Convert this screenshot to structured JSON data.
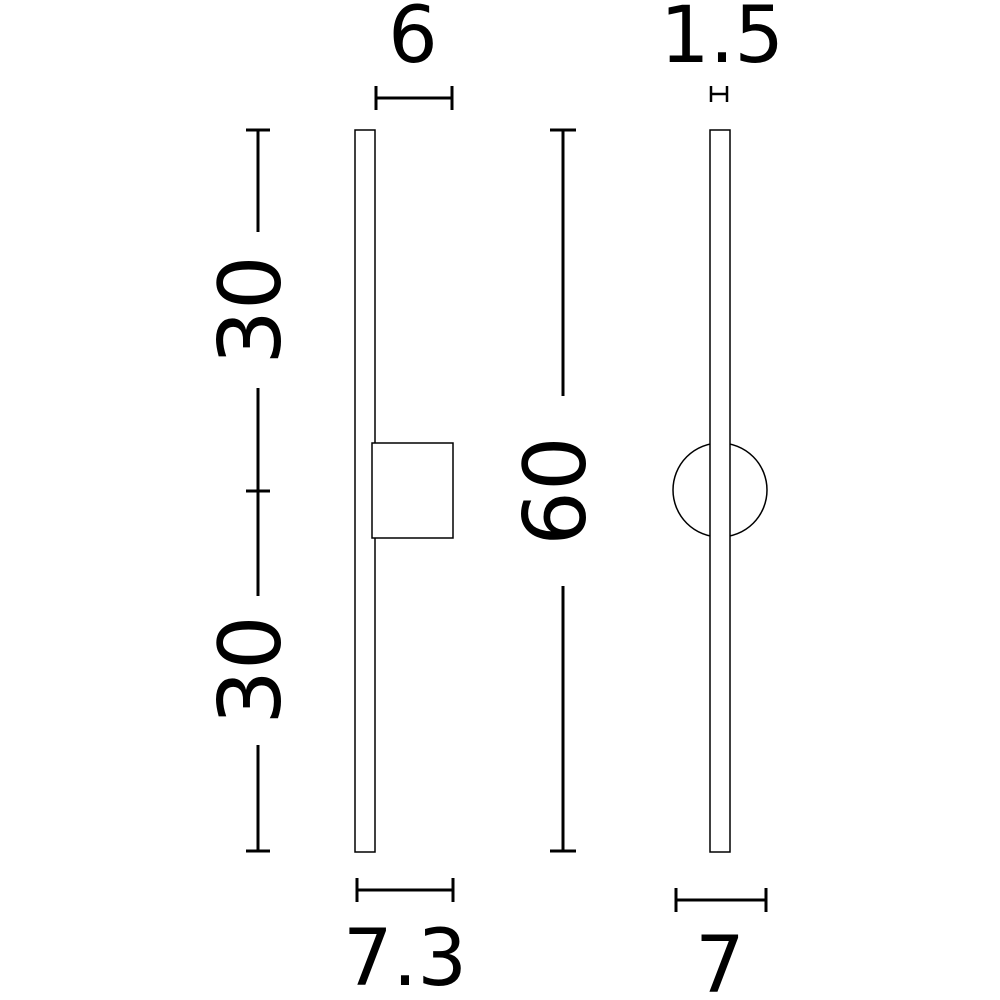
{
  "colors": {
    "line": "#000000",
    "background": "#ffffff"
  },
  "dimensions": {
    "side_view": {
      "upper_height": "30",
      "lower_height": "30",
      "mount_depth": "6",
      "base_width": "7.3"
    },
    "front_view": {
      "total_height": "60"
    },
    "rear_view": {
      "bar_thickness": "1.5",
      "mount_diameter": "7"
    }
  }
}
